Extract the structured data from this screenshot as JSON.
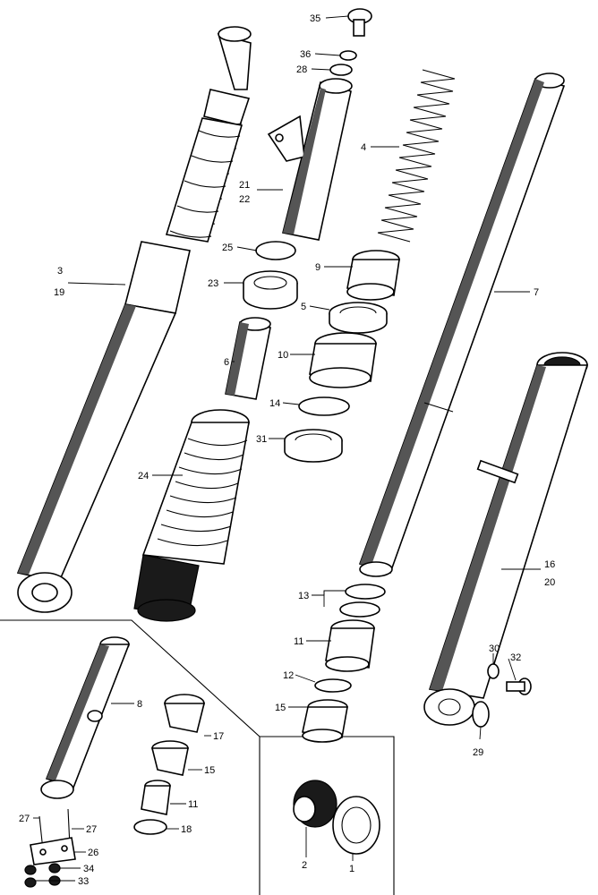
{
  "callouts": {
    "c1": "1",
    "c2": "2",
    "c3": "3",
    "c4": "4",
    "c5": "5",
    "c6": "6",
    "c7": "7",
    "c8": "8",
    "c9": "9",
    "c10": "10",
    "c11": "11",
    "c11b": "11",
    "c12": "12",
    "c13": "13",
    "c14": "14",
    "c15": "15",
    "c15b": "15",
    "c16": "16",
    "c17": "17",
    "c18": "18",
    "c19": "19",
    "c20": "20",
    "c21": "21",
    "c22": "22",
    "c23": "23",
    "c24": "24",
    "c25": "25",
    "c26": "26",
    "c27": "27",
    "c27b": "27",
    "c28": "28",
    "c29": "29",
    "c30": "30",
    "c31": "31",
    "c32": "32",
    "c33": "33",
    "c34": "34",
    "c35": "35",
    "c36": "36"
  }
}
